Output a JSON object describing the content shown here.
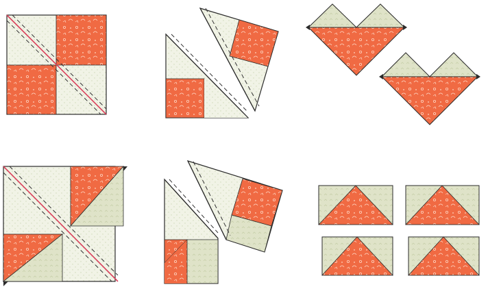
{
  "diagram": {
    "kind": "quilt-block-construction-steps",
    "colors": {
      "print": "#f06a43",
      "print_motif": "#ffd7c4",
      "light": "#f1f3e6",
      "light_motif": "#cfd8b8",
      "tan": "#dfe3c8",
      "tan_motif": "#c2cca4",
      "outline": "#2b2b2b",
      "sew_line": "#d9405b",
      "dash_line": "#333333"
    },
    "steps": [
      {
        "name": "step-1-four-patch-marked"
      },
      {
        "name": "step-2-cut-triangles"
      },
      {
        "name": "step-3-heart-units"
      },
      {
        "name": "step-4-hst-marked"
      },
      {
        "name": "step-5-cut-hst-triangles"
      },
      {
        "name": "step-6-flying-geese-units"
      }
    ]
  }
}
